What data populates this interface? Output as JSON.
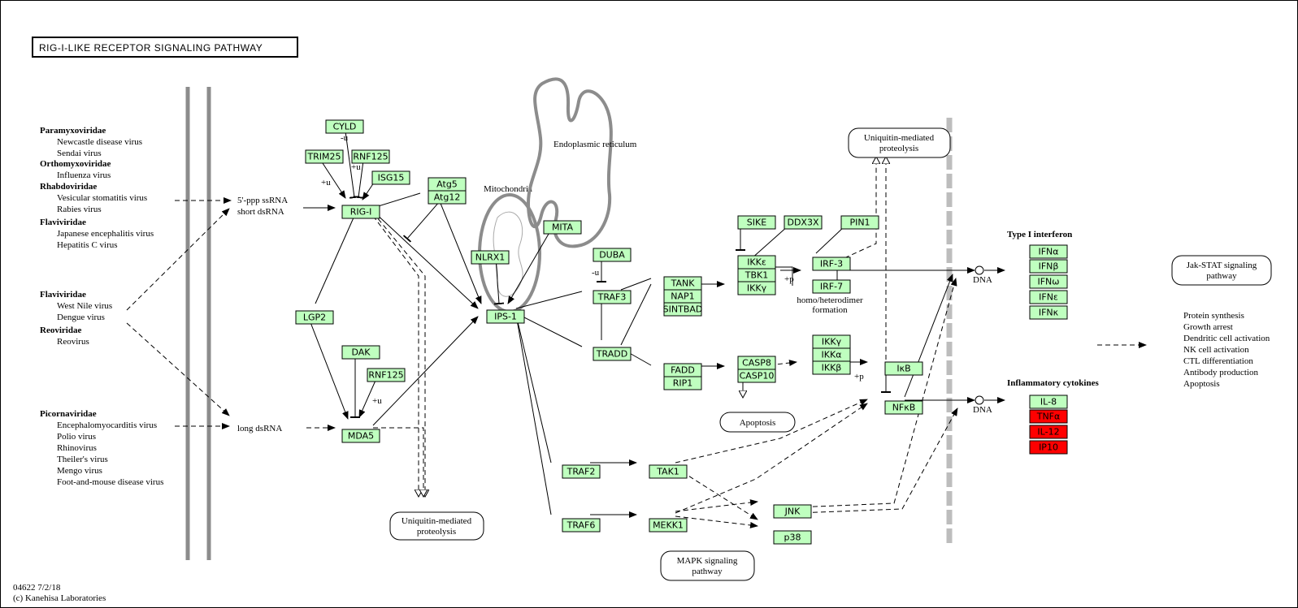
{
  "title": "RIG-I-LIKE RECEPTOR SIGNALING PATHWAY",
  "footer": {
    "line1": "04622 7/2/18",
    "line2": "(c) Kanehisa Laboratories"
  },
  "viruses": {
    "paramyxoviridae": "Paramyxoviridae",
    "newcastle": "Newcastle disease virus",
    "sendai": "Sendai virus",
    "orthomyxoviridae": "Orthomyxoviridae",
    "influenza": "Influenza virus",
    "rhabdoviridae": "Rhabdoviridae",
    "vsv": "Vesicular stomatitis virus",
    "rabies": "Rabies virus",
    "flaviviridae1": "Flaviviridae",
    "jev": "Japanese encephalitis virus",
    "hcv": "Hepatitis C virus",
    "flaviviridae2": "Flaviviridae",
    "wnv": "West Nile virus",
    "dengue": "Dengue virus",
    "reoviridae": "Reoviridae",
    "reovirus": "Reovirus",
    "picornaviridae": "Picornaviridae",
    "emcv": "Encephalomyocarditis virus",
    "polio": "Polio virus",
    "rhino": "Rhinovirus",
    "theiler": "Theiler's virus",
    "mengo": "Mengo virus",
    "fmdv": "Foot-and-mouse disease virus"
  },
  "ligands": {
    "ssrna": "5'-ppp ssRNA",
    "dsrna_short": "short dsRNA",
    "dsrna_long": "long dsRNA"
  },
  "genes": {
    "cyld": "CYLD",
    "trim25": "TRIM25",
    "rnf125a": "RNF125",
    "isg15": "ISG15",
    "rigi": "RIG-I",
    "atg5": "Atg5",
    "atg12": "Atg12",
    "lgp2": "LGP2",
    "dak": "DAK",
    "rnf125b": "RNF125",
    "mda5": "MDA5",
    "nlrx1": "NLRX1",
    "mita": "MITA",
    "ips1": "IPS-1",
    "duba": "DUBA",
    "traf3": "TRAF3",
    "tradd": "TRADD",
    "tank": "TANK",
    "nap1": "NAP1",
    "sintbad": "SINTBAD",
    "sike": "SIKE",
    "ddx3x": "DDX3X",
    "pin1": "PIN1",
    "ikke": "IKKε",
    "tbk1": "TBK1",
    "ikkg1": "IKKγ",
    "irf3": "IRF-3",
    "irf7": "IRF-7",
    "fadd": "FADD",
    "rip1": "RIP1",
    "casp8": "CASP8",
    "casp10": "CASP10",
    "ikkg2": "IKKγ",
    "ikka": "IKKα",
    "ikkb": "IKKβ",
    "ikb": "IκB",
    "nfkb": "NFκB",
    "traf2": "TRAF2",
    "tak1": "TAK1",
    "traf6": "TRAF6",
    "mekk1": "MEKK1",
    "jnk": "JNK",
    "p38": "p38",
    "ifna": "IFNα",
    "ifnb": "IFNβ",
    "ifnw": "IFNω",
    "ifne": "IFNε",
    "ifnk": "IFNκ",
    "il8": "IL-8",
    "tnfa": "TNFα",
    "il12": "IL-12",
    "ip10": "IP10"
  },
  "labels": {
    "mitochondria": "Mitochondria",
    "er": "Endoplasmic reticulum",
    "homo_hetero1": "homo/heterodimer",
    "homo_hetero2": "formation",
    "type1_ifn": "Type I interferon",
    "inflam": "Inflammatory cytokines",
    "dna1": "DNA",
    "dna2": "DNA",
    "u1": "-u",
    "u2": "+u",
    "u3": "+u",
    "u4": "-u",
    "u5": "+u",
    "p1": "+p",
    "p2": "+p"
  },
  "boxes": {
    "ub1_line1": "Uniquitin-mediated",
    "ub1_line2": "proteolysis",
    "ub2_line1": "Uniquitin-mediated",
    "ub2_line2": "proteolysis",
    "apoptosis": "Apoptosis",
    "mapk_line1": "MAPK signaling",
    "mapk_line2": "pathway",
    "jak_line1": "Jak-STAT signaling",
    "jak_line2": "pathway"
  },
  "outcomes": [
    "Protein synthesis",
    "Growth arrest",
    "Dendritic cell activation",
    "NK cell activation",
    "CTL differentiation",
    "Antibody production",
    "Apoptosis"
  ],
  "colors": {
    "gene_fill": "#bfffbf",
    "upregulated": "#ff0000",
    "membrane": "#8c8c8c"
  }
}
